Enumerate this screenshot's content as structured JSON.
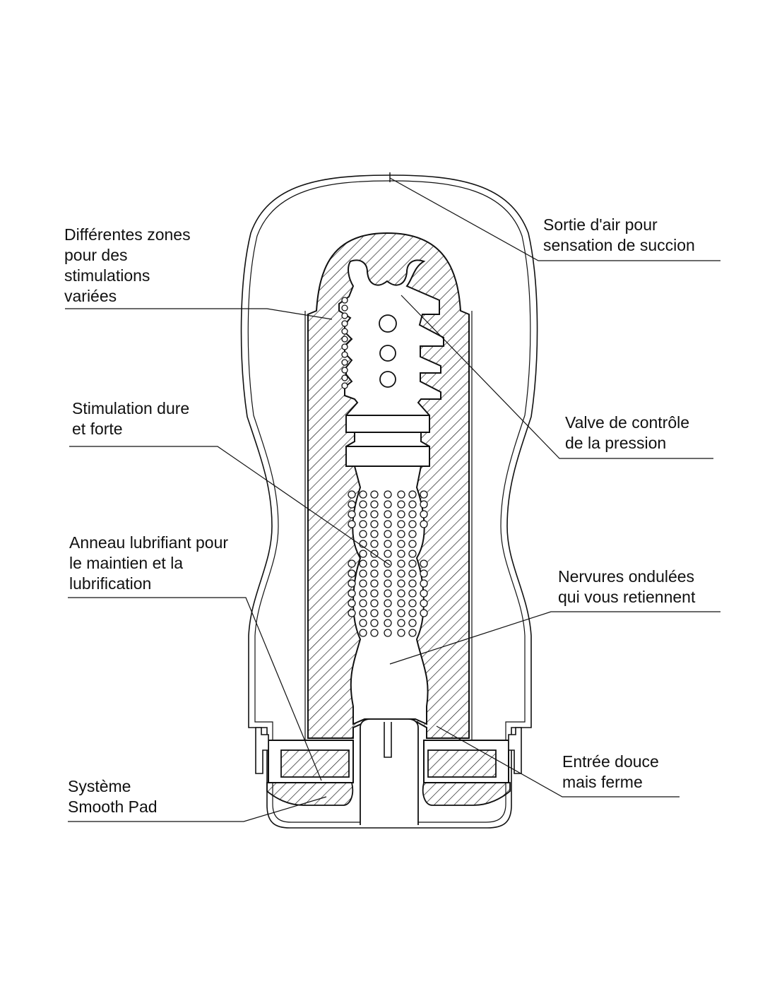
{
  "colors": {
    "ink": "#111111",
    "background": "#ffffff"
  },
  "labels": {
    "zones": [
      "Différentes zones",
      "pour des",
      "stimulations",
      "variées"
    ],
    "stimulation": [
      "Stimulation dure",
      "et forte"
    ],
    "anneau": [
      "Anneau lubrifiant pour",
      "le maintien et la",
      "lubrification"
    ],
    "systeme": [
      "Système",
      "Smooth Pad"
    ],
    "sortie": [
      "Sortie d'air pour",
      "sensation de succion"
    ],
    "valve": [
      "Valve de contrôle",
      "de la pression"
    ],
    "nervures": [
      "Nervures ondulées",
      "qui vous retiennent"
    ],
    "entree": [
      "Entrée douce",
      "mais ferme"
    ]
  }
}
